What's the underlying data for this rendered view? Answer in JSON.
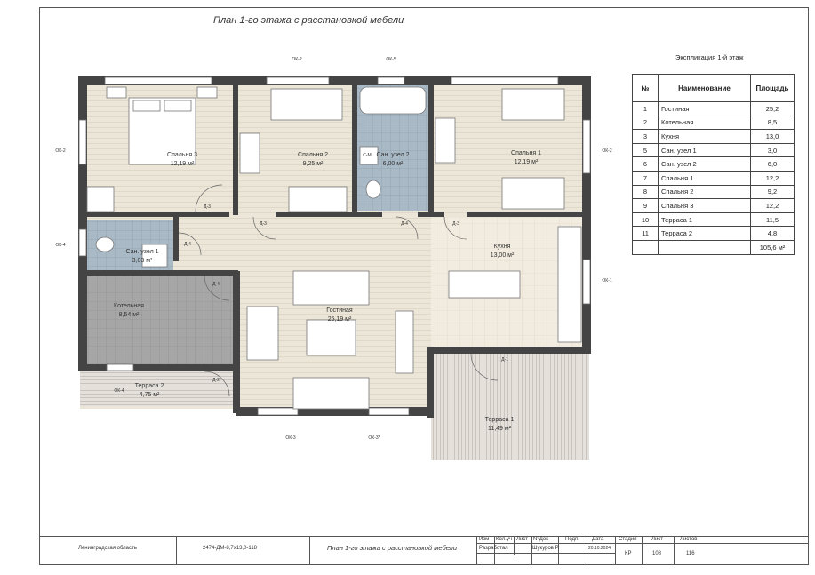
{
  "title": "План 1-го этажа с расстановкой мебели",
  "rooms": [
    {
      "id": "bed3",
      "name": "Спальня 3",
      "area": "12,19 м²"
    },
    {
      "id": "bed2",
      "name": "Спальня 2",
      "area": "9,25 м²"
    },
    {
      "id": "bath2",
      "name": "Сан. узел 2",
      "area": "6,00 м²"
    },
    {
      "id": "bed1",
      "name": "Спальня 1",
      "area": "12,19 м²"
    },
    {
      "id": "bath1",
      "name": "Сан. узел 1",
      "area": "3,03 м²"
    },
    {
      "id": "kitchen",
      "name": "Кухня",
      "area": "13,00 м²"
    },
    {
      "id": "boiler",
      "name": "Котельная",
      "area": "8,54 м²"
    },
    {
      "id": "living",
      "name": "Гостиная",
      "area": "25,19 м²"
    },
    {
      "id": "terrace2",
      "name": "Терраса 2",
      "area": "4,75 м²"
    },
    {
      "id": "terrace1",
      "name": "Терраса 1",
      "area": "11,49 м²"
    }
  ],
  "tags": {
    "ok2a": "ОК-2",
    "ok5": "ОК-5",
    "ok2b": "ОК-2",
    "ok2c": "ОК-2",
    "ok4a": "ОК-4",
    "ok1": "ОК-1",
    "ok4b": "ОК-4",
    "ok3": "ОК-3",
    "ok3b": "ОК-3*",
    "d3a": "Д-3",
    "d3b": "Д-3",
    "d4a": "Д-4",
    "d3c": "Д-3",
    "d4b": "Д-4",
    "d4c": "Д-4",
    "d2": "Д-2",
    "d1": "Д-1",
    "sm": "С-М"
  },
  "explication": {
    "title": "Экспликация 1-й этаж",
    "headers": [
      "№",
      "Наименование",
      "Площадь"
    ],
    "rows": [
      [
        "1",
        "Гостиная",
        "25,2"
      ],
      [
        "2",
        "Котельная",
        "8,5"
      ],
      [
        "3",
        "Кухня",
        "13,0"
      ],
      [
        "5",
        "Сан. узел 1",
        "3,0"
      ],
      [
        "6",
        "Сан. узел 2",
        "6,0"
      ],
      [
        "7",
        "Спальня 1",
        "12,2"
      ],
      [
        "8",
        "Спальня 2",
        "9,2"
      ],
      [
        "9",
        "Спальня 3",
        "12,2"
      ],
      [
        "10",
        "Терраса 1",
        "11,5"
      ],
      [
        "11",
        "Терраса 2",
        "4,8"
      ],
      [
        "",
        "",
        "105,6 м²"
      ]
    ]
  },
  "titleblock": {
    "region": "Ленинградская область",
    "code": "2474-ДМ-8,7х13,0-118",
    "sheet_title": "План 1-го этажа с расстановкой мебели",
    "h_izm": "Изм",
    "h_kolуч": "Кол.уч",
    "h_list": "Лист",
    "h_ndok": "N°Док",
    "h_podp": "Подп.",
    "h_data": "Дата",
    "razrab": "Разработал",
    "author": "Шукуров Р.",
    "date": "20.10.2024",
    "h_stadia": "Стадия",
    "h_list2": "Лист",
    "h_listov": "Листов",
    "stadia": "КР",
    "list": "108",
    "listov": "116"
  }
}
